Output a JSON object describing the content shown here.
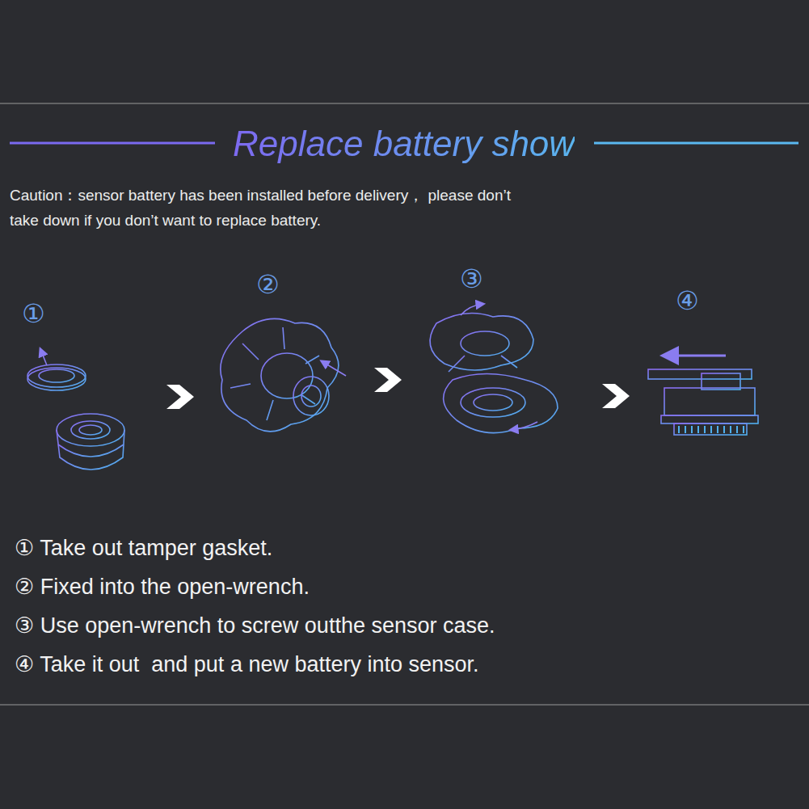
{
  "diagram": {
    "title": "Replace battery show",
    "labels": [
      "Caution：sensor battery has been installed before delivery， please don’t take down if you don’t want to replace battery.",
      "①",
      "②",
      "③",
      "④",
      "① Take out tamper gasket.",
      "② Fixed into the open-wrench.",
      "③ Use open-wrench to screw outthe sensor case.",
      "④ Take it out  and put a new battery into sensor."
    ]
  }
}
